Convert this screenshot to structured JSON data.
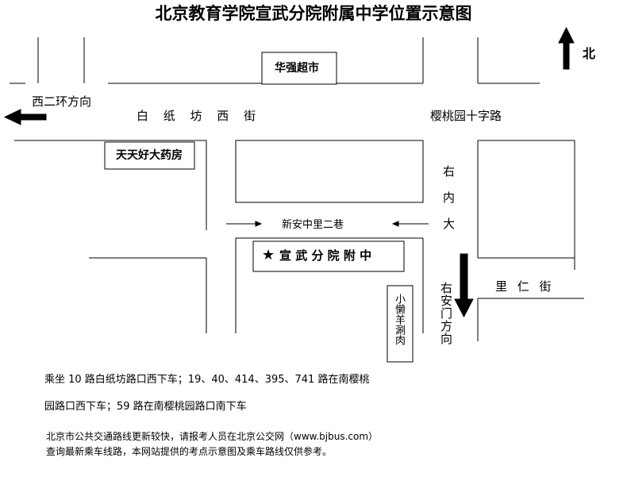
{
  "title": "北京教育学院宣武分院附属中学位置示意图",
  "compass": {
    "label": "北"
  },
  "directions": {
    "west_ring": "西二环方向",
    "youanmen": "右安门方向"
  },
  "streets": {
    "baizhifang_west": "白 纸 坊 西 街",
    "yingtaoyuan_crossroad": "樱桃园十字路",
    "xinan_lane": "新安中里二巷",
    "younei_street": "右内大",
    "lirenjie": "里 仁 街"
  },
  "landmarks": {
    "supermarket": "华强超市",
    "pharmacy": "天天好大药房",
    "school": "宣 武 分 院 附 中",
    "school_marker": "★",
    "restaurant": "小懒羊涮肉"
  },
  "directions_text": {
    "line1": "乘坐 10 路白纸坊路口西下车；19、40、414、395、741 路在南樱桃",
    "line2": "园路口西下车；59 路在南樱桃园路口南下车"
  },
  "note": {
    "line1": "北京市公共交通路线更新较快，请报考人员在北京公交网（www.bjbus.com）",
    "line2": "查询最新乘车线路，本网站提供的考点示意图及乘车路线仅供参考。"
  }
}
